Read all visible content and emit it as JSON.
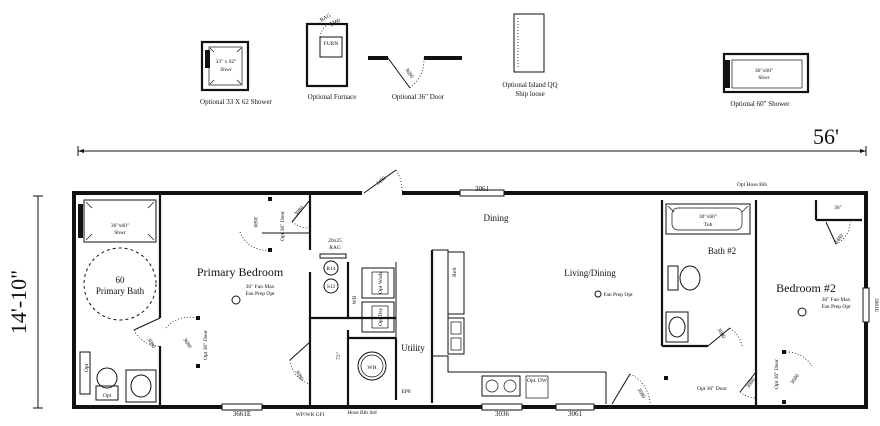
{
  "options": {
    "shower_33": {
      "caption": "Optional 33 X 62 Shower",
      "size": "33\" x 62\"",
      "label": "Shwr"
    },
    "furnace": {
      "caption": "Optional Furnace",
      "rag": "RAG",
      "rag_size": "2460",
      "furn": "FURN"
    },
    "door_36": {
      "caption": "Optional 36\" Door",
      "size": "3680"
    },
    "island": {
      "caption_line1": "Optional Island QQ",
      "caption_line2": "Ship loose"
    },
    "shower_60": {
      "caption": "Optional 60\" Shower",
      "size": "36\"x60\"",
      "label": "Shwr"
    }
  },
  "dimensions": {
    "length": "56'",
    "width": "14'-10\""
  },
  "rooms": {
    "primary_bedroom": "Primary Bedroom",
    "primary_bath": "Primary Bath",
    "dining": "Dining",
    "living_dining": "Living/Dining",
    "bath2": "Bath #2",
    "bedroom2": "Bedroom #2",
    "utility": "Utility"
  },
  "fixtures": {
    "shower_primary": "36\"x60\"",
    "shower_label": "Shwr",
    "tub_bath60": "60",
    "opt_label": "Opt",
    "opt_36_door": "Opt 36\" Door",
    "fan_max_1": "36\" Fan Max",
    "fan_prep_opt_1": "Fan Prep Opt",
    "fan_prep_opt_living": "Fan Prep Opt",
    "fan_max_2": "36\" Fan Max",
    "fan_prep_opt_2": "Fan Prep Opt",
    "rag_size": "20x25",
    "rag": "RAG",
    "r14": "R14",
    "s12": "S12",
    "wb": "WB",
    "opt_wash": "Opt Wash",
    "opt_dry": "Opt Dry",
    "wh": "WH",
    "depth_72": "72\"",
    "ep8": "EP8",
    "refr": "Refr",
    "opt_dw": "Opt. DW",
    "tub_bath2": "30\"x60\"",
    "tub_label": "Tub",
    "closet_36": "36\"",
    "hose_bib": "Hose Bib Std",
    "opt_hose_bib": "Opt Hose Bib",
    "wp_gfi": "WP/WR GFI"
  },
  "doors": {
    "d3480_top": "3480",
    "d3080_a": "3080",
    "d3680_a": "3680",
    "d3080_bath": "3080",
    "d3680_bath": "3680",
    "d3080_util": "3080",
    "d3680_front": "3680",
    "d3080_b2": "3080",
    "d3680_b2": "3680",
    "d3680_bath2": "3680",
    "d2480": "2480",
    "d3080_b2b": "3080",
    "d3680_b2b": "3680"
  },
  "windows": {
    "w3061_top": "3061",
    "w3661e": "3661E",
    "w3036": "3036",
    "w3061_bottom": "3061",
    "w3061e_right": "3061E"
  }
}
